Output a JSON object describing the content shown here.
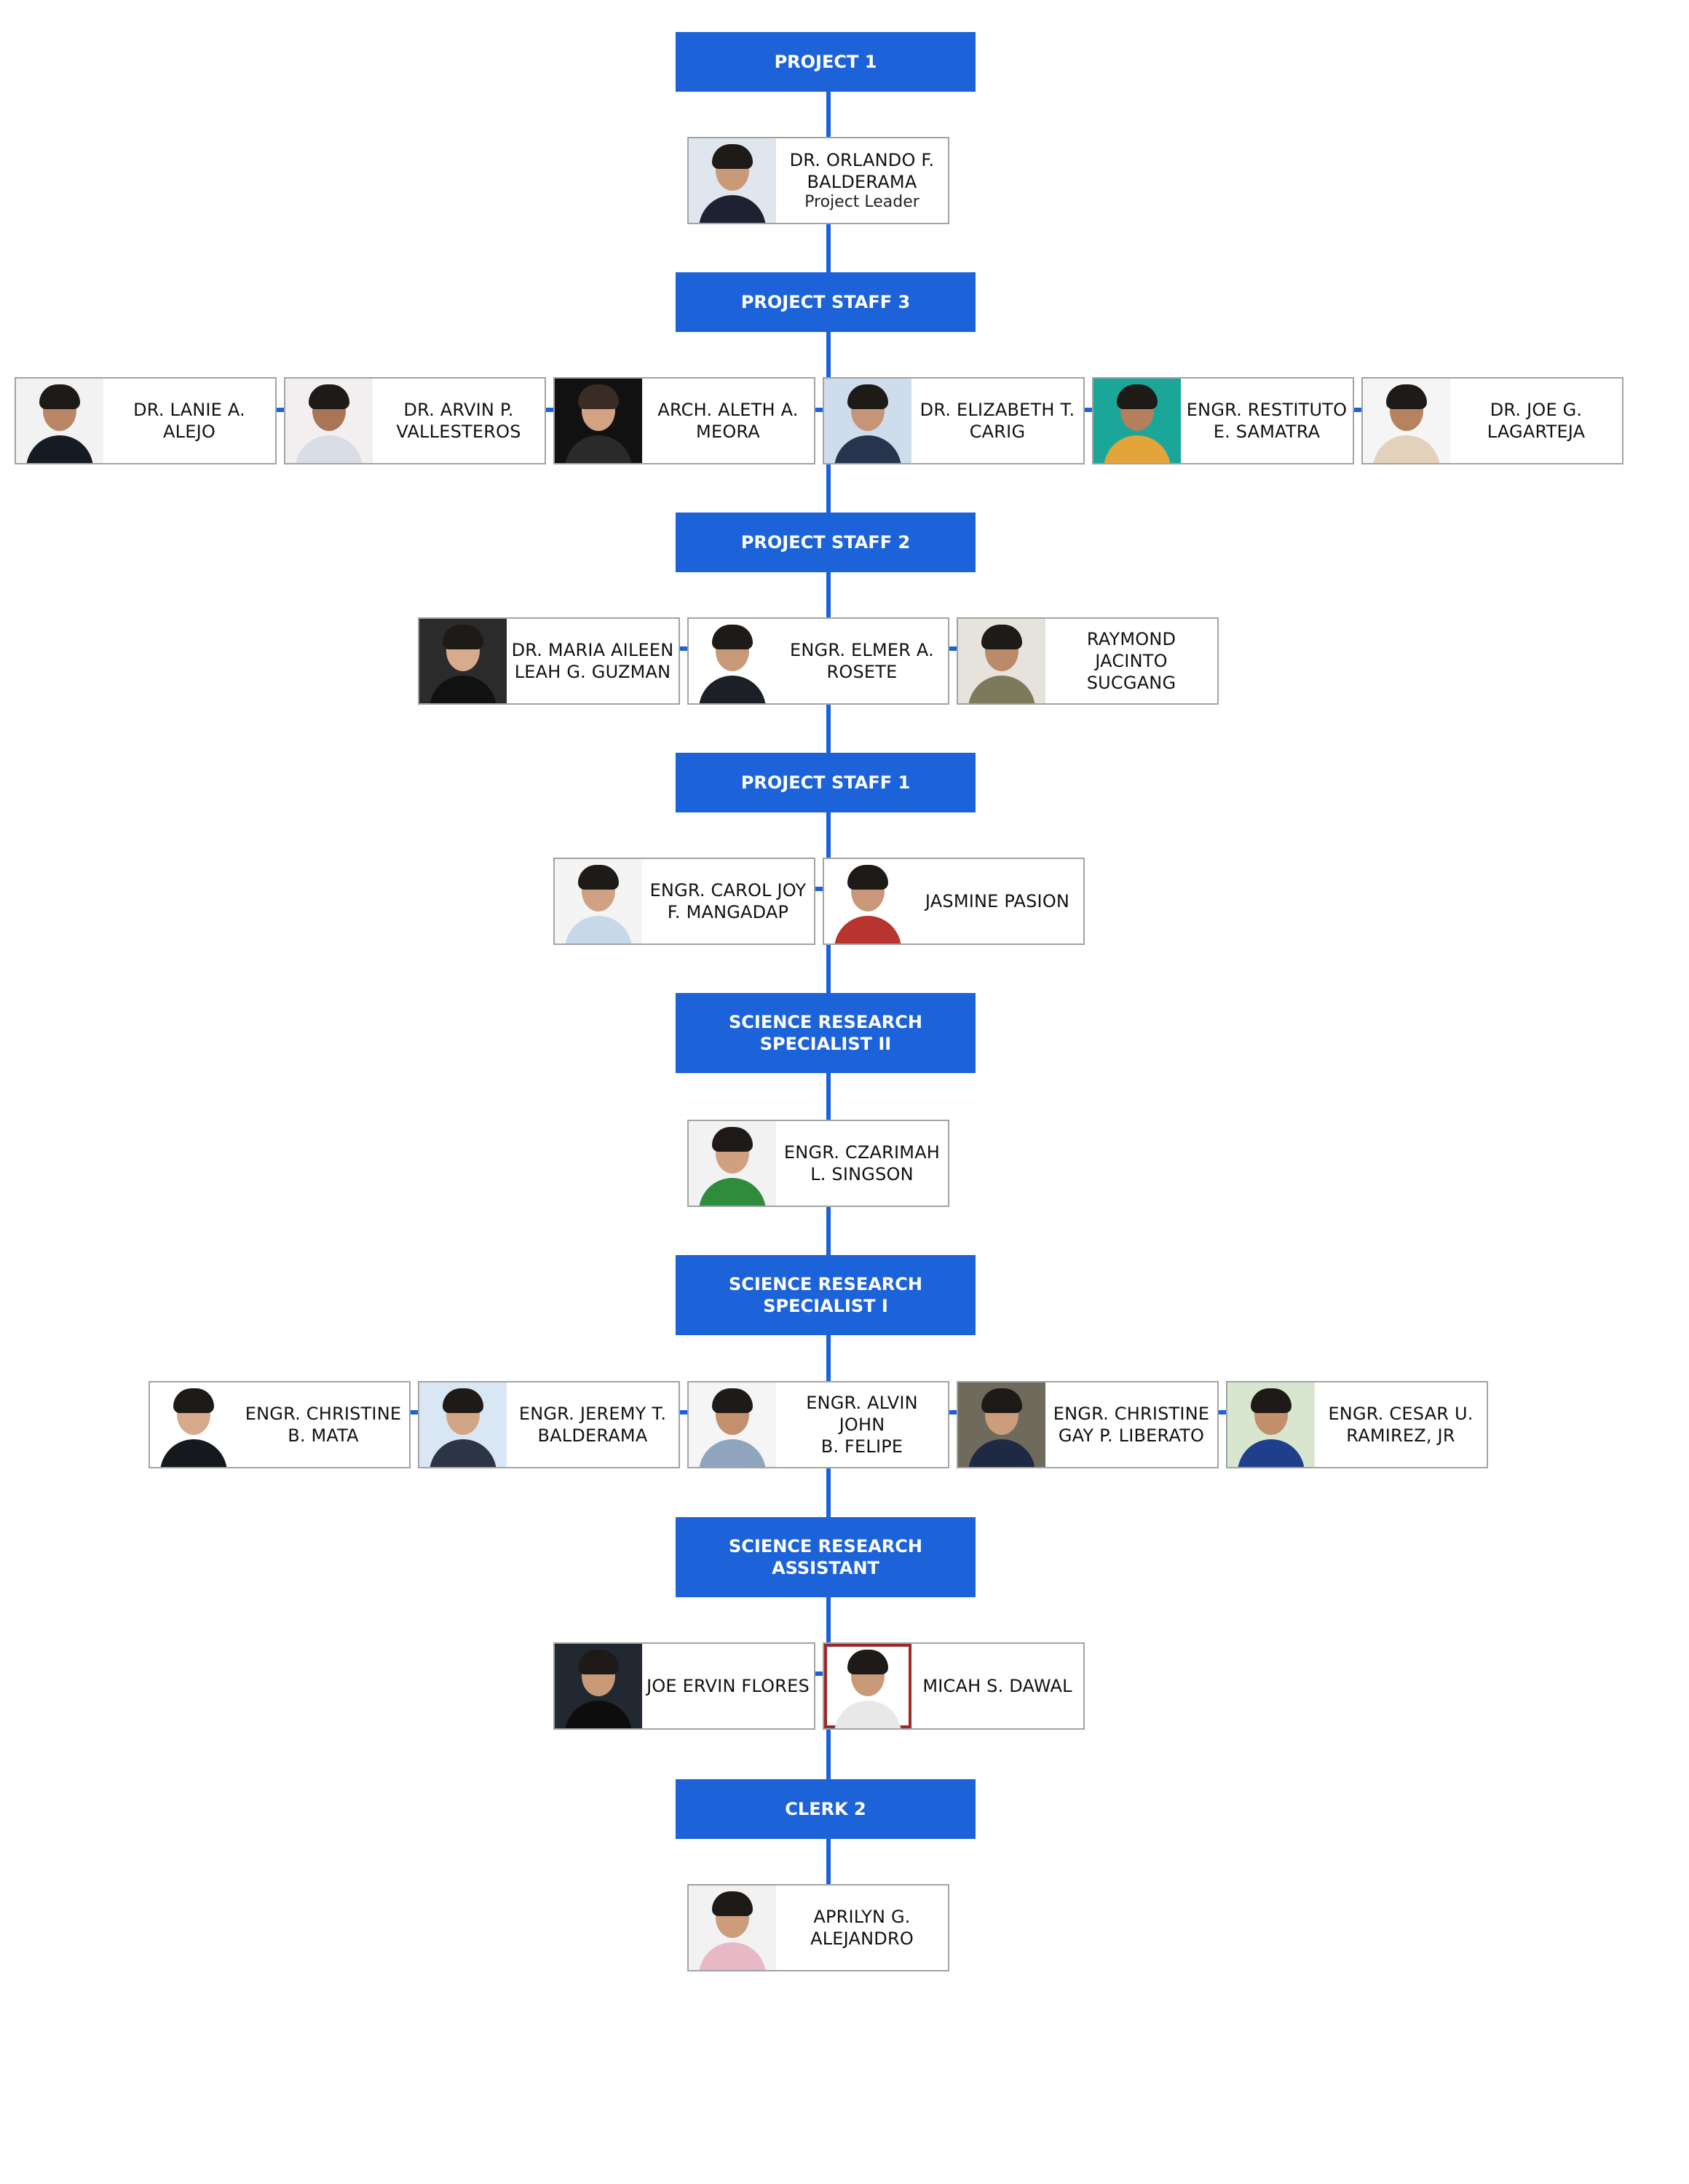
{
  "colors": {
    "accent": "#1c63d9",
    "header_text": "#ffffff",
    "card_border": "#a3a3a3"
  },
  "icons": {
    "photo": "person-photo-icon"
  },
  "nodes": {
    "project1": {
      "lines": [
        "PROJECT 1"
      ]
    },
    "orlando": {
      "lines": [
        "DR. ORLANDO F.",
        "BALDERAMA"
      ],
      "role": "Project Leader"
    },
    "staff3": {
      "lines": [
        "PROJECT STAFF 3"
      ]
    },
    "lanie": {
      "lines": [
        "DR. LANIE A.",
        "ALEJO"
      ]
    },
    "arvin": {
      "lines": [
        "DR. ARVIN P.",
        "VALLESTEROS"
      ]
    },
    "aleth": {
      "lines": [
        "ARCH. ALETH A.",
        "MEORA"
      ]
    },
    "elizabeth": {
      "lines": [
        "DR. ELIZABETH T.",
        "CARIG"
      ]
    },
    "restituto": {
      "lines": [
        "ENGR. RESTITUTO",
        "E. SAMATRA"
      ]
    },
    "joe": {
      "lines": [
        "DR. JOE G.",
        "LAGARTEJA"
      ]
    },
    "staff2": {
      "lines": [
        "PROJECT STAFF 2"
      ]
    },
    "maria": {
      "lines": [
        "DR. MARIA AILEEN",
        "LEAH G. GUZMAN"
      ]
    },
    "elmer": {
      "lines": [
        "ENGR. ELMER A.",
        "ROSETE"
      ]
    },
    "raymond": {
      "lines": [
        "RAYMOND",
        "JACINTO SUCGANG"
      ]
    },
    "staff1": {
      "lines": [
        "PROJECT STAFF 1"
      ]
    },
    "carol": {
      "lines": [
        "ENGR. CAROL JOY",
        "F. MANGADAP"
      ]
    },
    "jasmine": {
      "lines": [
        "JASMINE PASION"
      ]
    },
    "srs2": {
      "lines": [
        "SCIENCE RESEARCH",
        "SPECIALIST II"
      ]
    },
    "czarimah": {
      "lines": [
        "ENGR. CZARIMAH",
        "L. SINGSON"
      ]
    },
    "srs1": {
      "lines": [
        "SCIENCE RESEARCH",
        "SPECIALIST I"
      ]
    },
    "mata": {
      "lines": [
        "ENGR. CHRISTINE",
        "B. MATA"
      ]
    },
    "jeremy": {
      "lines": [
        "ENGR. JEREMY T.",
        "BALDERAMA"
      ]
    },
    "alvin": {
      "lines": [
        "ENGR. ALVIN JOHN",
        "B. FELIPE"
      ]
    },
    "liberato": {
      "lines": [
        "ENGR. CHRISTINE",
        "GAY P. LIBERATO"
      ]
    },
    "cesar": {
      "lines": [
        "ENGR. CESAR U.",
        "RAMIREZ, JR"
      ]
    },
    "sra": {
      "lines": [
        "SCIENCE RESEARCH",
        "ASSISTANT"
      ]
    },
    "joe_ervin": {
      "lines": [
        "JOE ERVIN FLORES"
      ]
    },
    "micah": {
      "lines": [
        "MICAH S. DAWAL"
      ]
    },
    "clerk2": {
      "lines": [
        "CLERK 2"
      ]
    },
    "aprilyn": {
      "lines": [
        "APRILYN G.",
        "ALEJANDRO"
      ]
    }
  }
}
